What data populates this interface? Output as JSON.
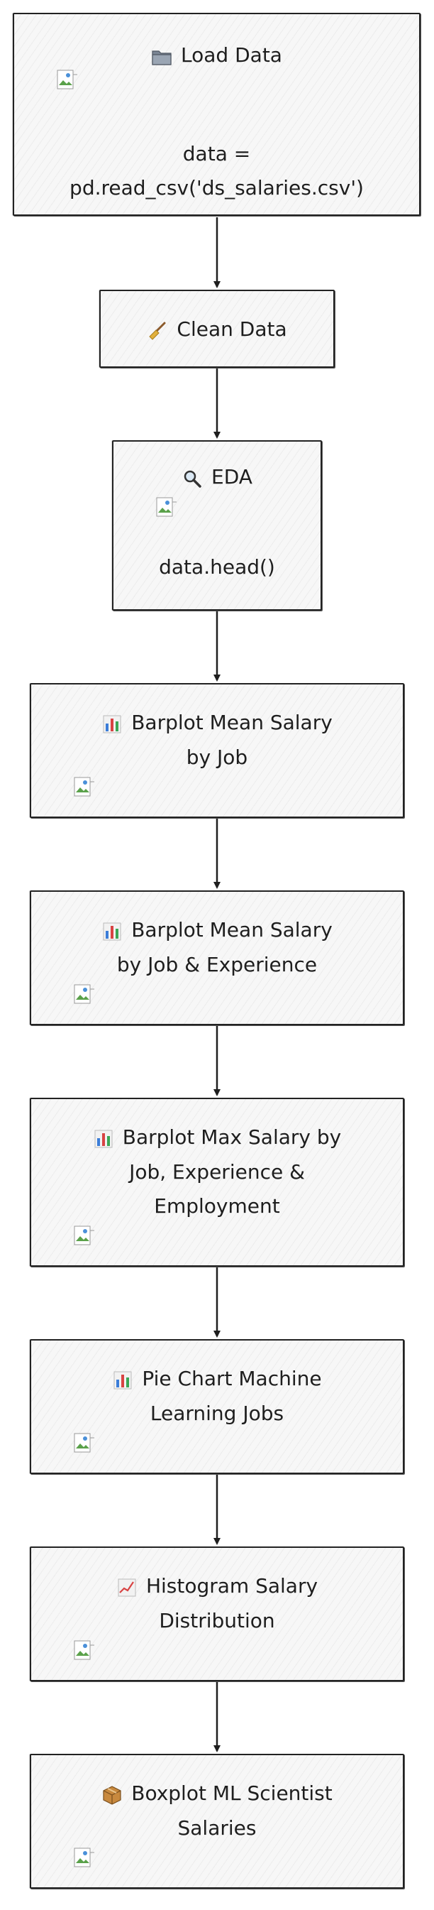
{
  "diagram": {
    "nodes": [
      {
        "id": "load",
        "icon": "folder-icon",
        "title": "Load Data",
        "code": "data = pd.read_csv('ds_salaries.csv')"
      },
      {
        "id": "clean",
        "icon": "broom-icon",
        "title": "Clean Data"
      },
      {
        "id": "eda",
        "icon": "magnifier-icon",
        "title": "EDA",
        "code": "data.head()"
      },
      {
        "id": "bar-mean-job",
        "icon": "bar-chart-icon",
        "title_lines": [
          "Barplot Mean Salary",
          "by Job"
        ]
      },
      {
        "id": "bar-mean-job-exp",
        "icon": "bar-chart-icon",
        "title_lines": [
          "Barplot Mean Salary",
          "by Job & Experience"
        ]
      },
      {
        "id": "bar-max",
        "icon": "bar-chart-icon",
        "title_lines": [
          "Barplot Max Salary by",
          "Job, Experience &",
          "Employment"
        ]
      },
      {
        "id": "pie-ml",
        "icon": "bar-chart-icon",
        "title_lines": [
          "Pie Chart Machine",
          "Learning Jobs"
        ]
      },
      {
        "id": "histogram",
        "icon": "line-chart-icon",
        "title_lines": [
          "Histogram Salary",
          "Distribution"
        ]
      },
      {
        "id": "boxplot",
        "icon": "package-icon",
        "title_lines": [
          "Boxplot ML Scientist",
          "Salaries"
        ]
      }
    ],
    "edges": [
      [
        "load",
        "clean"
      ],
      [
        "clean",
        "eda"
      ],
      [
        "eda",
        "bar-mean-job"
      ],
      [
        "bar-mean-job",
        "bar-mean-job-exp"
      ],
      [
        "bar-mean-job-exp",
        "bar-max"
      ],
      [
        "bar-max",
        "pie-ml"
      ],
      [
        "pie-ml",
        "histogram"
      ],
      [
        "histogram",
        "boxplot"
      ]
    ]
  }
}
